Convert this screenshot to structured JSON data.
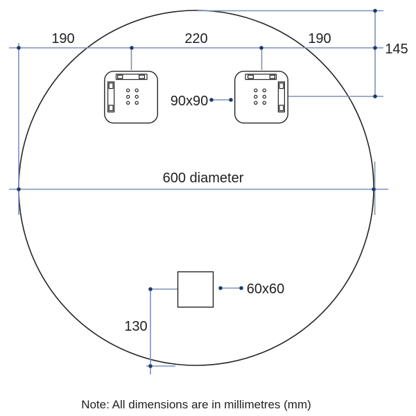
{
  "diagram": {
    "type": "technical-drawing",
    "subject": "round mirror rear view with two 90x90 fixing brackets and one 60x60 fixing block",
    "note": "Note: All dimensions are in millimetres (mm)",
    "labels": {
      "dim_top_left": "190",
      "dim_top_center": "220",
      "dim_top_right": "190",
      "dim_right_vertical": "145",
      "dim_diameter": "600 diameter",
      "dim_bracket_size": "90x90",
      "dim_square_size": "60x60",
      "dim_bottom_offset": "130"
    },
    "values": {
      "diameter_mm": 600,
      "top_spacing_mm": [
        190,
        220,
        190
      ],
      "bracket_center_from_top_mm": 145,
      "bracket_size_mm": "90x90",
      "square_size_mm": "60x60",
      "square_center_from_bottom_mm": 130
    },
    "colors": {
      "outline": "#232323",
      "dimension_line": "#7d90ba",
      "dimension_dot": "#1f3a6d",
      "edge_tick": "#9aa3ad",
      "text": "#1f1f1f",
      "background": "#ffffff"
    }
  }
}
